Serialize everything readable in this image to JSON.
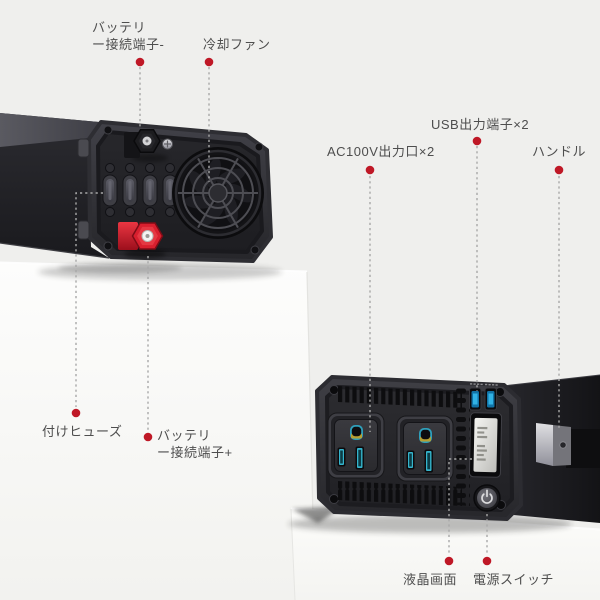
{
  "annotations": {
    "battery_terminal_minus": {
      "line1": "バッテリ",
      "line2": "ー接続端子-"
    },
    "cooling_fan": {
      "label": "冷却ファン"
    },
    "ac100v_outlets": {
      "label": "AC100V出力口×2"
    },
    "usb_outputs": {
      "label": "USB出力端子×2"
    },
    "handle": {
      "label": "ハンドル"
    },
    "fuse": {
      "label": "付けヒューズ"
    },
    "battery_terminal_plus": {
      "line1": "バッテリ",
      "line2": "ー接続端子+"
    },
    "lcd_screen": {
      "label": "液晶画面"
    },
    "power_switch": {
      "label": "電源スイッチ"
    }
  },
  "colors": {
    "background": "#efefed",
    "pedestal_white": "#fafaf8",
    "marker_red": "#bf1826",
    "leader_gray": "#a8a8a8",
    "label_text": "#4e4e4e",
    "device_black": "#232327",
    "terminal_red": "#d81f2e",
    "outlet_accent_cyan": "#35b4cc",
    "usb_blue": "#31b2e4"
  }
}
